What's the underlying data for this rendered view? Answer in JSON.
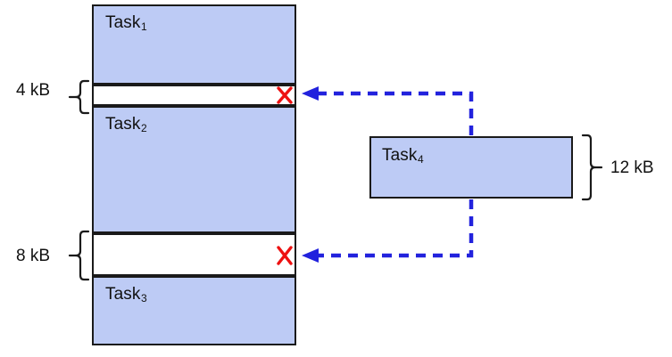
{
  "diagram": {
    "title": "memory-allocation-fragmentation",
    "colors": {
      "block_fill": "#bdcbf5",
      "block_stroke": "#1a1a1a",
      "arrow": "#2222dd",
      "x_mark": "#ee1111",
      "background": "#ffffff"
    },
    "memory_column": {
      "blocks": [
        {
          "id": "task1",
          "label": "Task",
          "subscript": "1",
          "kind": "occupied"
        },
        {
          "id": "hole1",
          "label": "",
          "subscript": "",
          "kind": "free",
          "size": "4 kB"
        },
        {
          "id": "task2",
          "label": "Task",
          "subscript": "2",
          "kind": "occupied"
        },
        {
          "id": "hole2",
          "label": "",
          "subscript": "",
          "kind": "free",
          "size": "8 kB"
        },
        {
          "id": "task3",
          "label": "Task",
          "subscript": "3",
          "kind": "occupied"
        }
      ]
    },
    "size_labels": {
      "hole1": "4 kB",
      "hole2": "8 kB",
      "incoming": "12 kB"
    },
    "incoming_task": {
      "label": "Task",
      "subscript": "4",
      "size": "12 kB"
    },
    "markers": {
      "x_symbol": "X",
      "x_count": 2,
      "meaning": "does-not-fit"
    }
  }
}
